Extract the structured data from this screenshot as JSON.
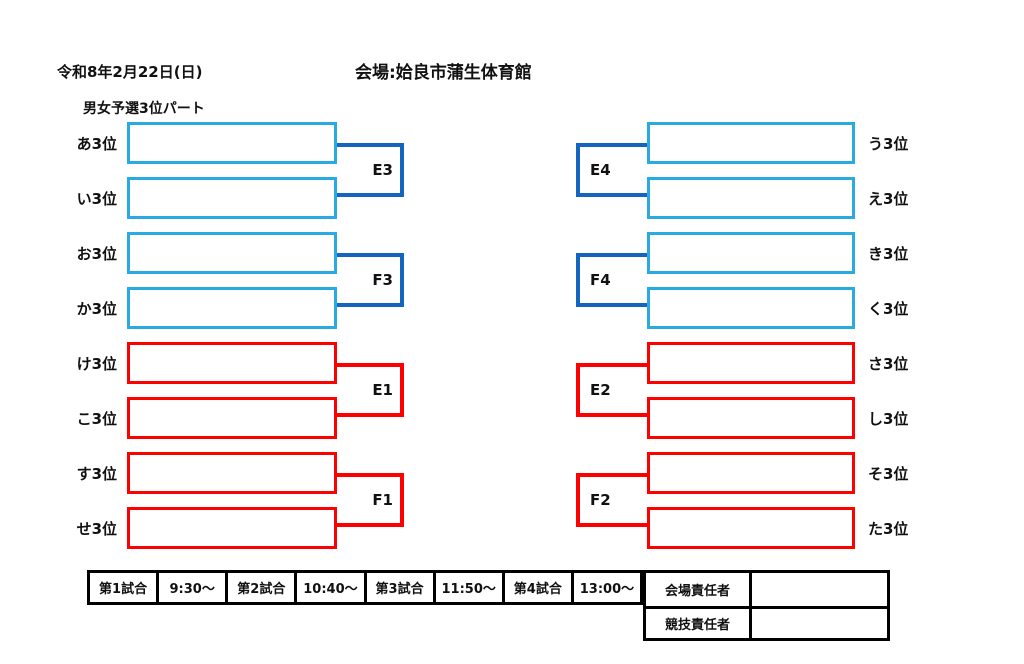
{
  "header": {
    "date": "令和8年2月22日(日)",
    "venue": "会場:姶良市蒲生体育館",
    "section_title": "男女予選3位パート"
  },
  "colors": {
    "light_blue": "#29ABE2",
    "dark_blue": "#1565C0",
    "red": "#FF0000",
    "table_border": "#000000"
  },
  "bracket": {
    "left": {
      "seeds": [
        "あ3位",
        "い3位",
        "お3位",
        "か3位",
        "け3位",
        "こ3位",
        "す3位",
        "せ3位"
      ],
      "matches": [
        "E3",
        "F3",
        "E1",
        "F1"
      ],
      "slot_values": [
        "",
        "",
        "",
        "",
        "",
        "",
        "",
        ""
      ]
    },
    "right": {
      "seeds": [
        "う3位",
        "え3位",
        "き3位",
        "く3位",
        "さ3位",
        "し3位",
        "そ3位",
        "た3位"
      ],
      "matches": [
        "E4",
        "F4",
        "E2",
        "F2"
      ],
      "slot_values": [
        "",
        "",
        "",
        "",
        "",
        "",
        "",
        ""
      ]
    }
  },
  "schedule": {
    "cells": [
      "第1試合",
      "9:30～",
      "第2試合",
      "10:40～",
      "第3試合",
      "11:50～",
      "第4試合",
      "13:00～"
    ]
  },
  "officials": {
    "rows": [
      {
        "label": "会場責任者",
        "value": ""
      },
      {
        "label": "競技責任者",
        "value": ""
      }
    ]
  }
}
